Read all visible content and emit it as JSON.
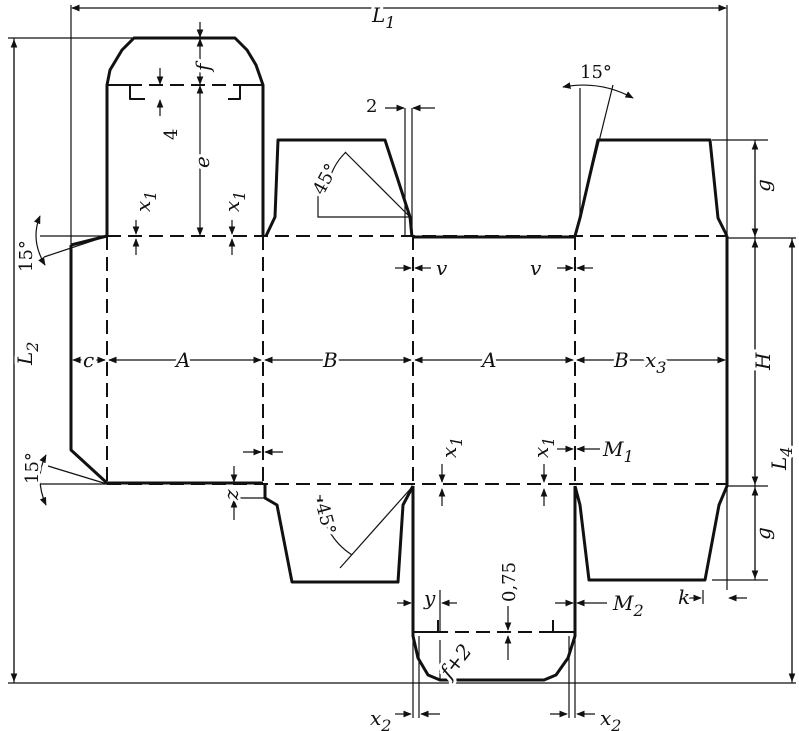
{
  "diagram": {
    "dimensions": {
      "L1": "L",
      "L1_sub": "1",
      "L2": "L",
      "L2_sub": "2",
      "L4": "L",
      "L4_sub": "4",
      "H": "H",
      "c": "c",
      "A_left": "A",
      "B_left": "B",
      "A_right": "A",
      "B_right": "B",
      "x3": "x",
      "x3_sub": "3",
      "e": "e",
      "f": "f",
      "g_top": "g",
      "g_bottom": "g",
      "v_left": "v",
      "v_right": "v",
      "z": "z",
      "y": "y",
      "k": "k",
      "M1": "M",
      "M1_sub": "1",
      "M2": "M",
      "M2_sub": "2",
      "x1": "x",
      "x1_sub": "1",
      "x2": "x",
      "x2_sub": "2",
      "f_plus_2": "f+2"
    },
    "numbers": {
      "tab_offset": "4",
      "slot_width": "2",
      "slot_depth": "0,75"
    },
    "angles": {
      "a15_top": "15°",
      "a15_bottom": "15°",
      "a15_right": "15°",
      "a45_top": "45°",
      "a45_bottom": "45°"
    }
  }
}
